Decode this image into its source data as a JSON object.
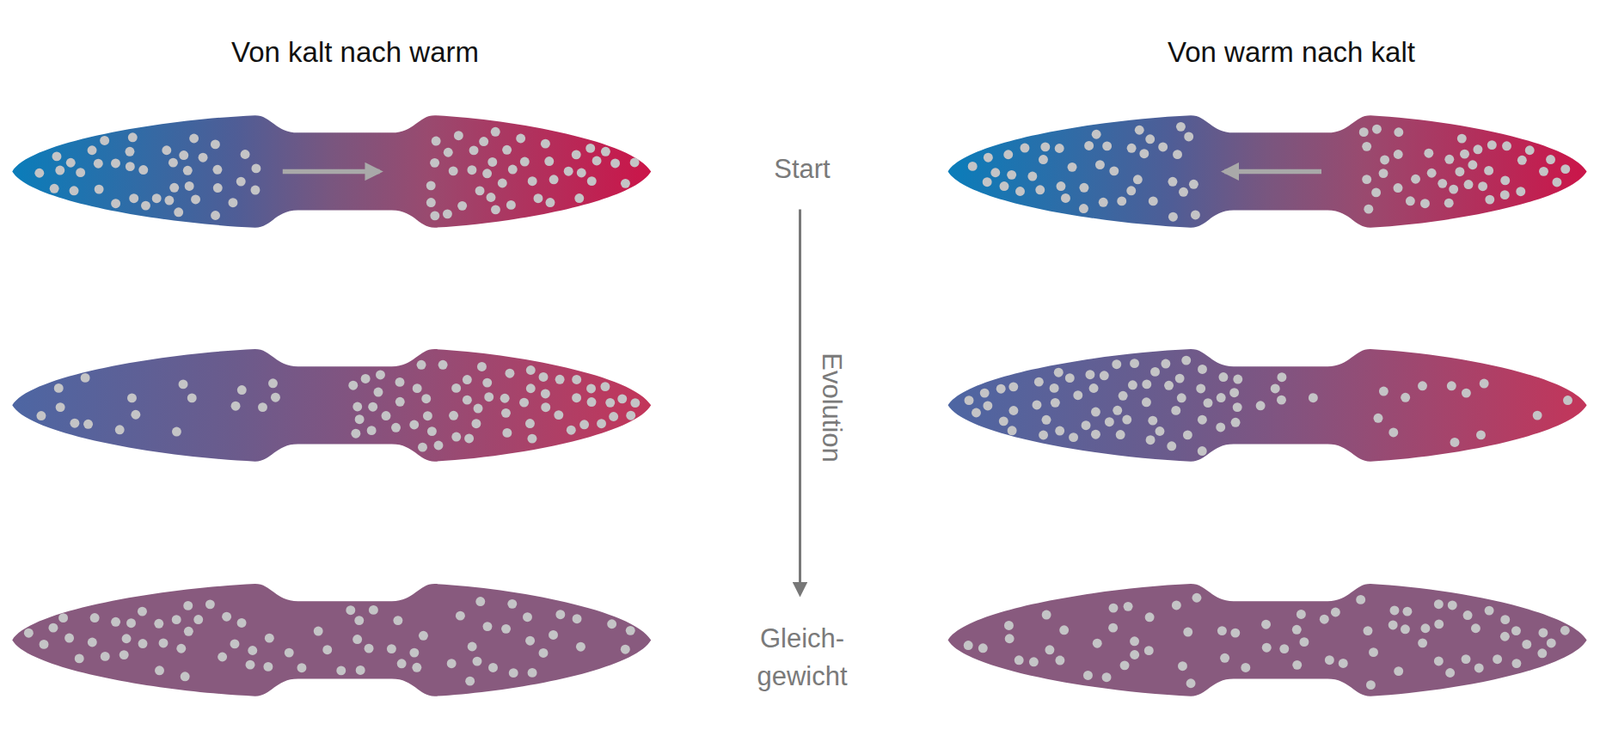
{
  "diagram": {
    "labels": [
      "Von kalt nach warm",
      "Von warm nach kalt",
      "Start",
      "Evolution",
      "Gleich- gewicht"
    ]
  }
}
